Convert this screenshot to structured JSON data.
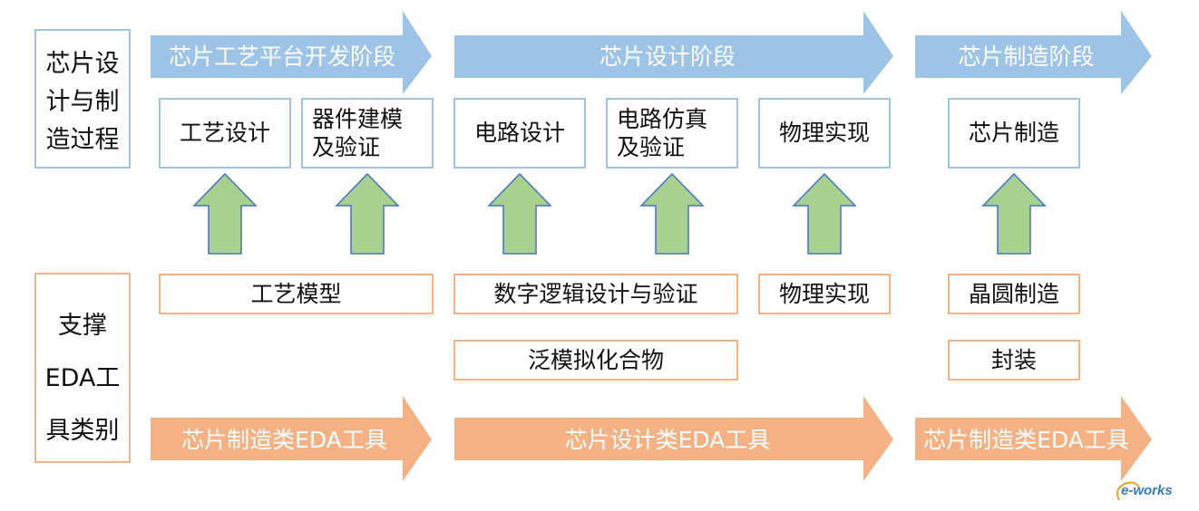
{
  "colors": {
    "stage_arrow": "#9dc3e6",
    "tool_arrow": "#f4b183",
    "up_arrow_fill": "#a9d18e",
    "up_arrow_stroke": "#4472c4",
    "blue_border": "#9dc3e6",
    "orange_border": "#f4b183"
  },
  "left_panels": {
    "process_lines": [
      "芯片设",
      "计与制",
      "造过程"
    ],
    "tools_lines": [
      "支撑",
      "EDA工",
      "具类别"
    ]
  },
  "stages": [
    "芯片工艺平台开发阶段",
    "芯片设计阶段",
    "芯片制造阶段"
  ],
  "process_boxes": [
    "工艺设计",
    "器件建模\n及验证",
    "电路设计",
    "电路仿真\n及验证",
    "物理实现",
    "芯片制造"
  ],
  "tool_boxes": [
    "工艺模型",
    "数字逻辑设计与验证",
    "物理实现",
    "晶圆制造",
    "泛模拟化合物",
    "封装"
  ],
  "tool_categories": [
    "芯片制造类EDA工具",
    "芯片设计类EDA工具",
    "芯片制造类EDA工具"
  ],
  "logo": {
    "text": "e-works"
  }
}
